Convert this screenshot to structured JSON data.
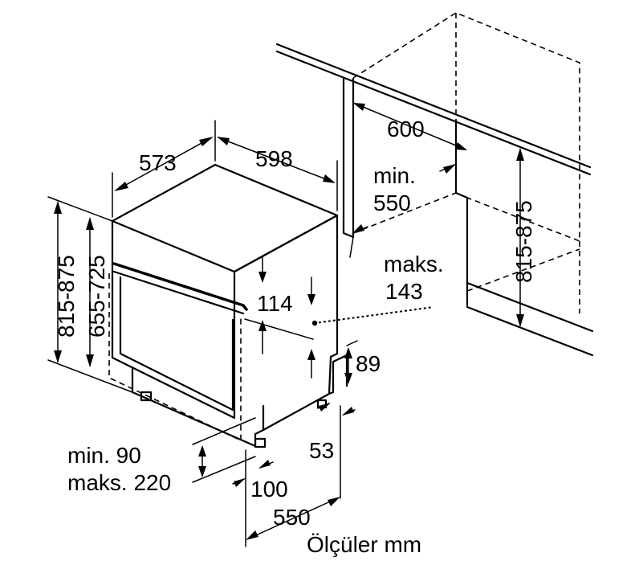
{
  "labels": {
    "depth": "573",
    "width": "598",
    "niche_width": "600",
    "niche_depth_min": "min.",
    "niche_depth_value": "550",
    "height_total": "815-875",
    "height_body": "655-725",
    "height_niche": "815-875",
    "decor_max": "maks.",
    "decor_max_value": "143",
    "panel_height": "114",
    "foot_height": "89",
    "plinth_min": "min. 90",
    "plinth_max": "maks. 220",
    "plinth_depth": "100",
    "foot_offset": "53",
    "depth_bottom": "550",
    "units": "Ölçüler mm"
  }
}
